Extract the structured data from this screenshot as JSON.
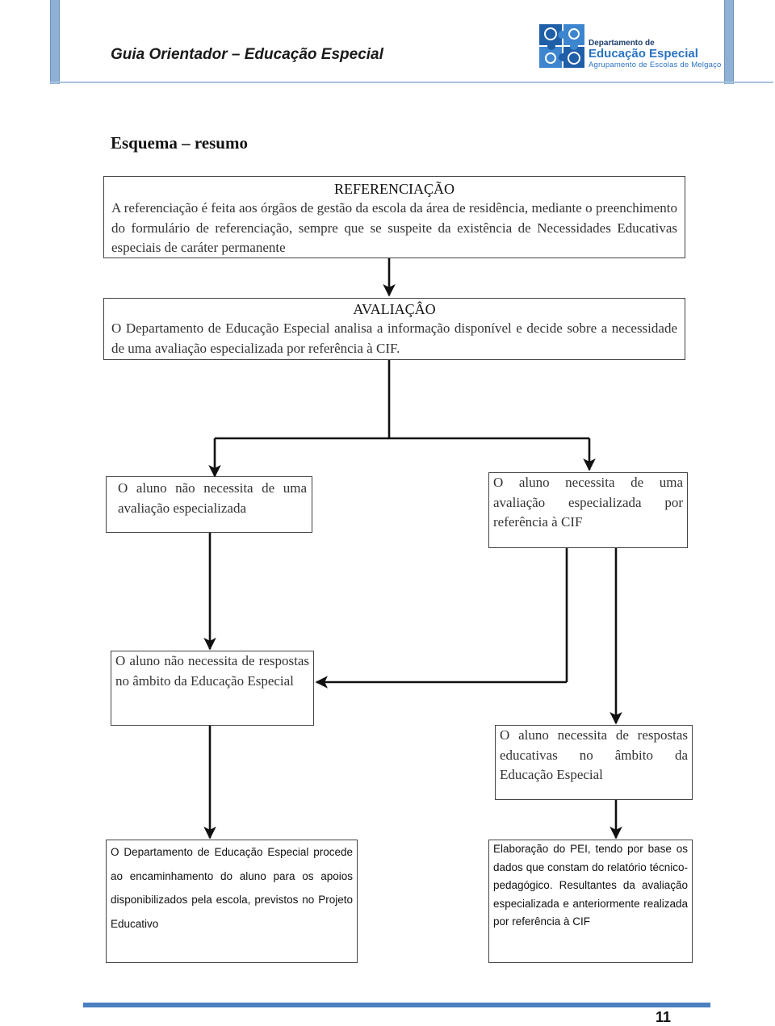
{
  "header": {
    "doc_title": "Guia Orientador – Educação Especial",
    "logo": {
      "line1": "Departamento de",
      "line2": "Educação Especial",
      "line3": "Agrupamento de Escolas de Melgaço"
    }
  },
  "section_title": "Esquema – resumo",
  "referenciacao": {
    "title": "REFERENCIAÇÃO",
    "text": "A referenciação é feita aos órgãos de gestão da escola da área de residência, mediante o preenchimento do formulário de referenciação, sempre que se suspeite da existência de Necessidades Educativas especiais de caráter permanente"
  },
  "avaliacao": {
    "title": "AVALIAÇÂO",
    "text": "O Departamento de Educação Especial analisa a informação disponível e decide sobre a necessidade de uma avaliação especializada por referência à CIF."
  },
  "left_branch": {
    "box1": "O aluno não necessita de uma avaliação especializada",
    "box2": "O aluno não necessita de respostas no âmbito da Educação Especial",
    "box3": "O Departamento de Educação Especial procede ao encaminhamento do aluno para os apoios disponibilizados pela escola, previstos no Projeto Educativo"
  },
  "right_branch": {
    "box1": "O aluno necessita de uma avaliação especializada por referência à CIF",
    "box2": "O aluno necessita de respostas educativas no âmbito da Educação Especial",
    "box3": "Elaboração do PEI, tendo por base os dados que constam do relatório técnico-pedagógico. Resultantes da avaliação especializada e anteriormente realizada por referência à CIF"
  },
  "footer": {
    "page_number": "11"
  },
  "colors": {
    "header_bar": "#8fb1d6",
    "footer_bar": "#4a7fc0",
    "logo_blue": "#2a73c2"
  }
}
